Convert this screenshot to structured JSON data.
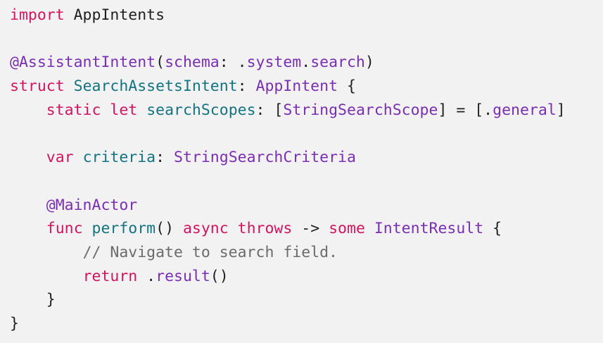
{
  "editor": {
    "background": "#f2f2f2",
    "colors": {
      "plain": "#1f1f1f",
      "keyword": "#d3145f",
      "type": "#7a2eb3",
      "func": "#137381",
      "attr": "#7a2eb3",
      "comment": "#6b6b6b"
    },
    "lines": [
      [
        {
          "t": "import",
          "k": "keyword"
        },
        {
          "t": " AppIntents",
          "k": "plain"
        }
      ],
      [],
      [
        {
          "t": "@AssistantIntent",
          "k": "attr"
        },
        {
          "t": "(",
          "k": "plain"
        },
        {
          "t": "schema",
          "k": "type"
        },
        {
          "t": ": .",
          "k": "plain"
        },
        {
          "t": "system",
          "k": "type"
        },
        {
          "t": ".",
          "k": "plain"
        },
        {
          "t": "search",
          "k": "type"
        },
        {
          "t": ")",
          "k": "plain"
        }
      ],
      [
        {
          "t": "struct",
          "k": "keyword"
        },
        {
          "t": " ",
          "k": "plain"
        },
        {
          "t": "SearchAssetsIntent",
          "k": "func"
        },
        {
          "t": ": ",
          "k": "plain"
        },
        {
          "t": "AppIntent",
          "k": "type"
        },
        {
          "t": " {",
          "k": "plain"
        }
      ],
      [
        {
          "t": "    ",
          "k": "plain"
        },
        {
          "t": "static",
          "k": "keyword"
        },
        {
          "t": " ",
          "k": "plain"
        },
        {
          "t": "let",
          "k": "keyword"
        },
        {
          "t": " ",
          "k": "plain"
        },
        {
          "t": "searchScopes",
          "k": "func"
        },
        {
          "t": ": [",
          "k": "plain"
        },
        {
          "t": "StringSearchScope",
          "k": "type"
        },
        {
          "t": "] = [.",
          "k": "plain"
        },
        {
          "t": "general",
          "k": "type"
        },
        {
          "t": "]",
          "k": "plain"
        }
      ],
      [],
      [
        {
          "t": "    ",
          "k": "plain"
        },
        {
          "t": "var",
          "k": "keyword"
        },
        {
          "t": " ",
          "k": "plain"
        },
        {
          "t": "criteria",
          "k": "func"
        },
        {
          "t": ": ",
          "k": "plain"
        },
        {
          "t": "StringSearchCriteria",
          "k": "type"
        }
      ],
      [],
      [
        {
          "t": "    ",
          "k": "plain"
        },
        {
          "t": "@MainActor",
          "k": "attr"
        }
      ],
      [
        {
          "t": "    ",
          "k": "plain"
        },
        {
          "t": "func",
          "k": "keyword"
        },
        {
          "t": " ",
          "k": "plain"
        },
        {
          "t": "perform",
          "k": "func"
        },
        {
          "t": "() ",
          "k": "plain"
        },
        {
          "t": "async",
          "k": "keyword"
        },
        {
          "t": " ",
          "k": "plain"
        },
        {
          "t": "throws",
          "k": "keyword"
        },
        {
          "t": " -> ",
          "k": "plain"
        },
        {
          "t": "some",
          "k": "keyword"
        },
        {
          "t": " ",
          "k": "plain"
        },
        {
          "t": "IntentResult",
          "k": "type"
        },
        {
          "t": " {",
          "k": "plain"
        }
      ],
      [
        {
          "t": "        ",
          "k": "plain"
        },
        {
          "t": "// Navigate to search field.",
          "k": "comment"
        }
      ],
      [
        {
          "t": "        ",
          "k": "plain"
        },
        {
          "t": "return",
          "k": "keyword"
        },
        {
          "t": " .",
          "k": "plain"
        },
        {
          "t": "result",
          "k": "type"
        },
        {
          "t": "()",
          "k": "plain"
        }
      ],
      [
        {
          "t": "    }",
          "k": "plain"
        }
      ],
      [
        {
          "t": "}",
          "k": "plain"
        }
      ]
    ]
  }
}
